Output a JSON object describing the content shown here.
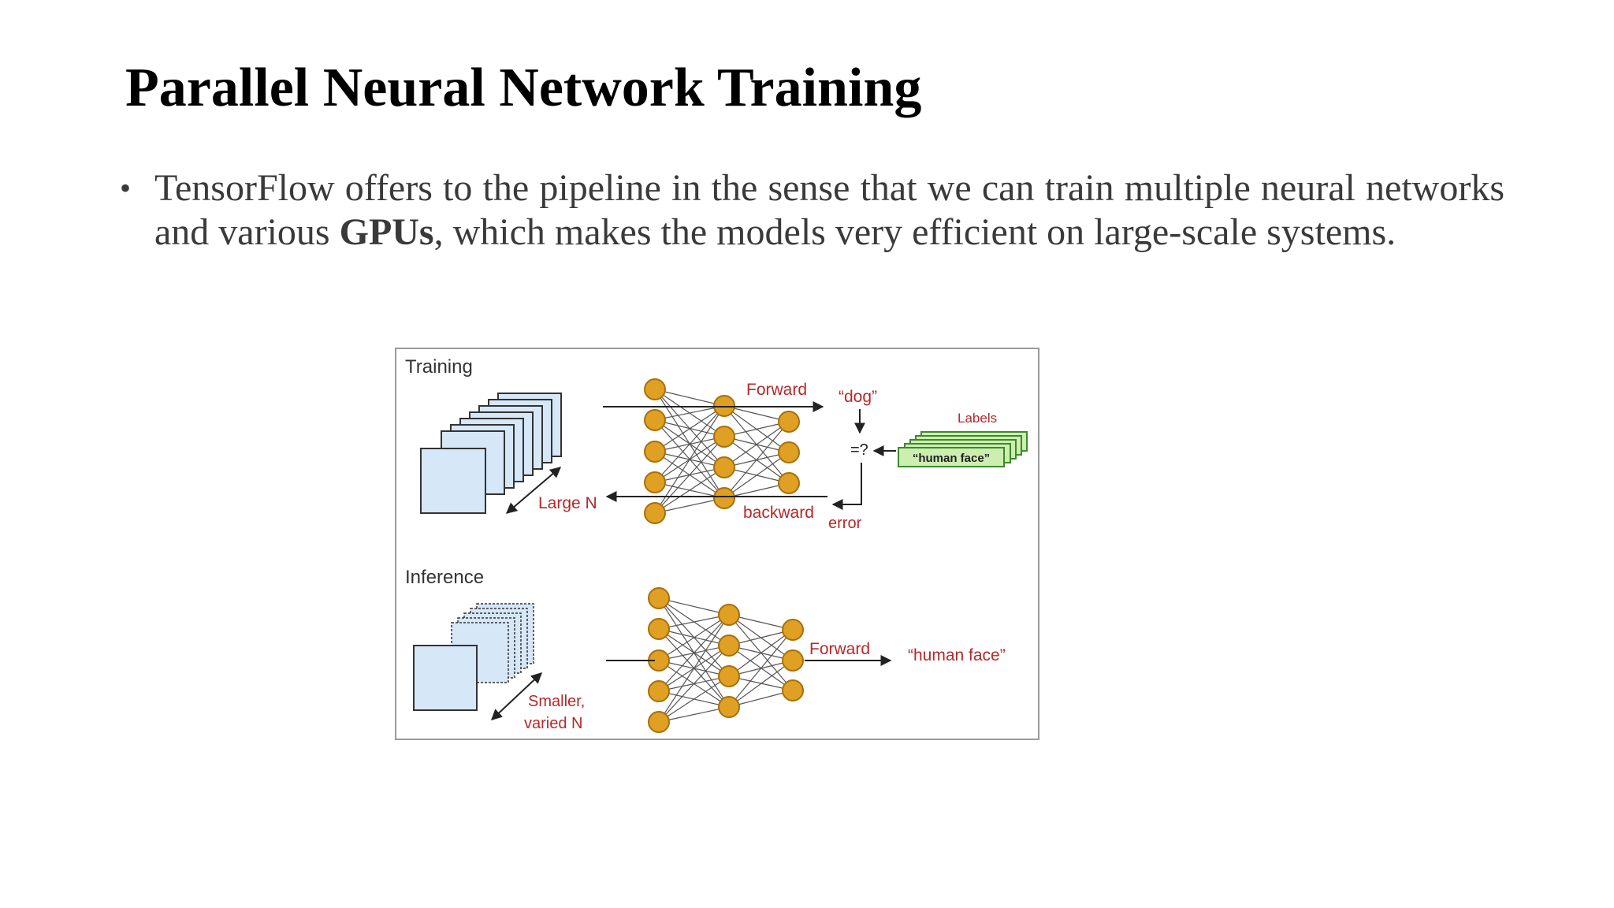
{
  "slide": {
    "title": "Parallel Neural Network Training",
    "bullet": {
      "text_before": "TensorFlow offers to the pipeline in the sense that we can train multiple neural networks and various ",
      "bold": "GPUs",
      "text_after": ", which makes the models very efficient on large-scale systems."
    }
  },
  "figure": {
    "training": {
      "heading": "Training",
      "forward": "Forward",
      "backward": "backward",
      "large_n": "Large N",
      "prediction": "“dog”",
      "compare": "=?",
      "error": "error",
      "labels_heading": "Labels",
      "label_text": "“human face”"
    },
    "inference": {
      "heading": "Inference",
      "forward": "Forward",
      "output": "“human face”",
      "smaller_line1": "Smaller,",
      "smaller_line2": "varied N"
    },
    "colors": {
      "node": "#e0a024",
      "node_stroke": "#a8700a",
      "accent_text": "#b22a2a",
      "image_fill": "#d6e7f8",
      "label_fill": "#cdeeb1",
      "label_stroke": "#3c8a2a"
    }
  }
}
